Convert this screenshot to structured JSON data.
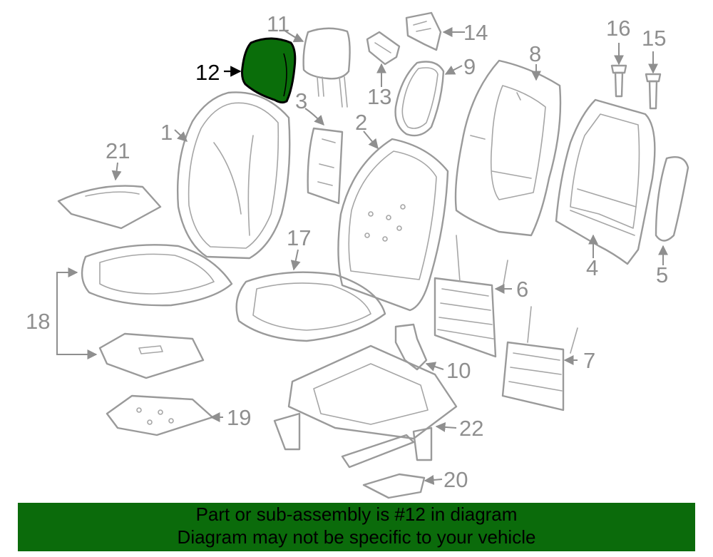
{
  "callouts": {
    "c1": "1",
    "c2": "2",
    "c3": "3",
    "c4": "4",
    "c5": "5",
    "c6": "6",
    "c7": "7",
    "c8": "8",
    "c9": "9",
    "c10": "10",
    "c11": "11",
    "c12": "12",
    "c13": "13",
    "c14": "14",
    "c15": "15",
    "c16": "16",
    "c17": "17",
    "c18": "18",
    "c19": "19",
    "c20": "20",
    "c21": "21",
    "c22": "22"
  },
  "highlight_color": "#0b6b0b",
  "banner": {
    "line1": "Part or sub-assembly is #12 in diagram",
    "line2": "Diagram may not be specific to your vehicle"
  }
}
